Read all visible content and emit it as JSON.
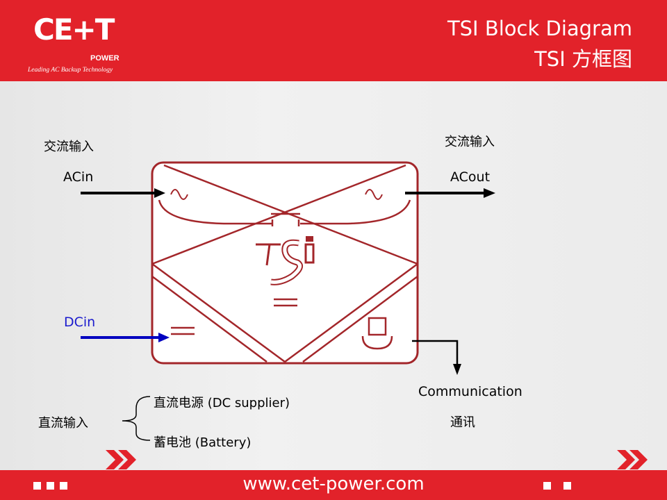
{
  "header": {
    "logo_text": "CE+T",
    "logo_power": "POWER",
    "logo_tagline": "Leading AC Backup Technology",
    "title_line1": "TSI Block Diagram",
    "title_line2": "TSI 方框图"
  },
  "diagram": {
    "ac_in_cn": "交流输入",
    "ac_in_label": "ACin",
    "ac_out_cn": "交流输入",
    "ac_out_label": "ACout",
    "dc_in_label": "DCin",
    "comm_label": "Communication",
    "comm_cn": "通讯",
    "dc_input_cn": "直流输入",
    "dc_supplier": "直流电源 (DC supplier)",
    "battery": "蓄电池 (Battery)",
    "center_logo": "TSi"
  },
  "colors": {
    "brand_red": "#e2222a",
    "block_border": "#a3262a",
    "dc_arrow": "#0000c0"
  },
  "footer": {
    "url": "www.cet-power.com"
  }
}
